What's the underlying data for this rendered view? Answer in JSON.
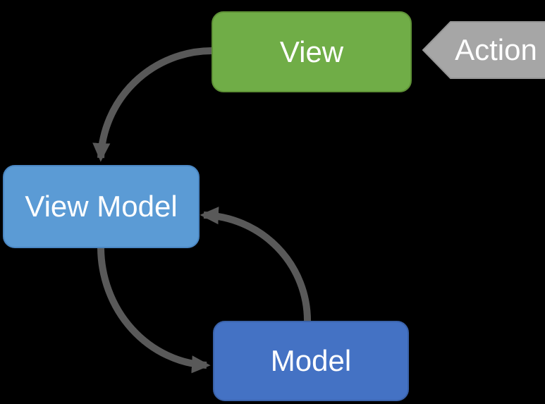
{
  "diagram": {
    "background": "#000000",
    "nodes": {
      "view": {
        "label": "View",
        "fill": "#70AD47",
        "border": "#5E9136",
        "text_color": "#FFFFFF"
      },
      "view_model": {
        "label": "View Model",
        "fill": "#5B9BD5",
        "border": "#4A86C2",
        "text_color": "#FFFFFF"
      },
      "model": {
        "label": "Model",
        "fill": "#4472C4",
        "border": "#3A62A9",
        "text_color": "#FFFFFF"
      },
      "action": {
        "label": "Action",
        "fill": "#A6A6A6",
        "border": "#969696",
        "text_color": "#FFFFFF"
      }
    },
    "connectors": {
      "color": "#595959",
      "items": [
        {
          "from": "View",
          "to": "View Model"
        },
        {
          "from": "View Model",
          "to": "Model"
        },
        {
          "from": "Model",
          "to": "View Model"
        }
      ]
    }
  }
}
